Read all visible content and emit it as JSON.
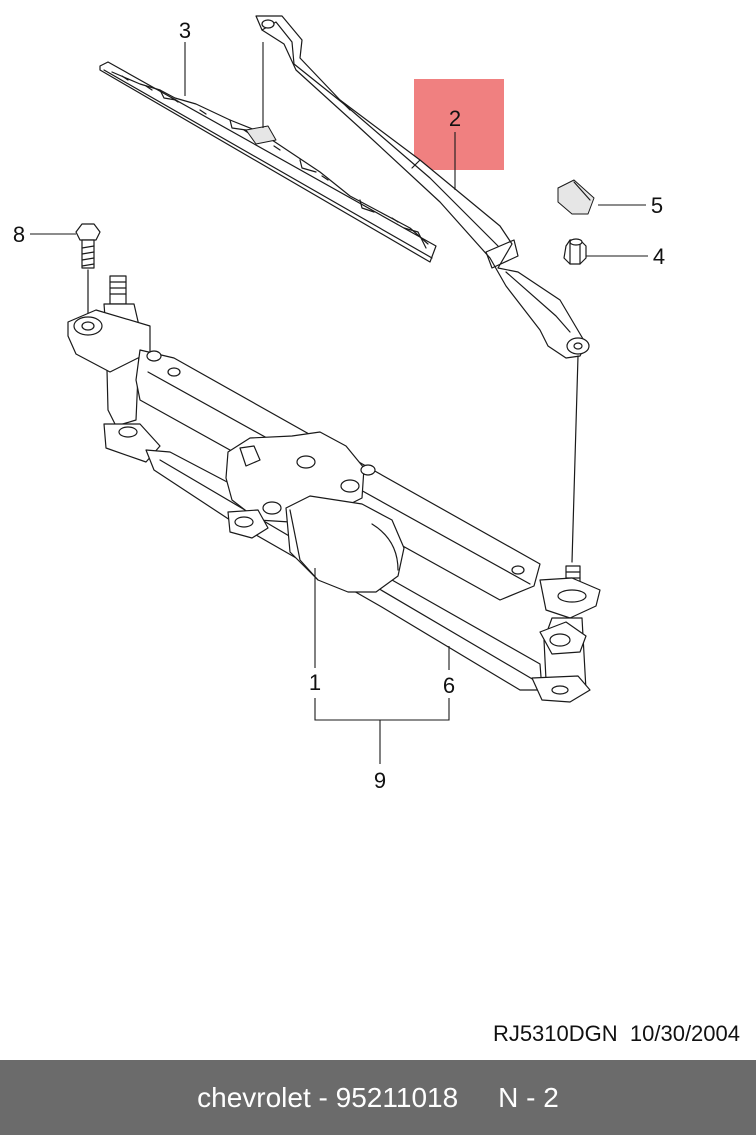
{
  "diagram": {
    "callouts": {
      "c1": "1",
      "c2": "2",
      "c3": "3",
      "c4": "4",
      "c5": "5",
      "c6": "6",
      "c8": "8",
      "c9": "9"
    },
    "highlight_color": "#f08080",
    "drawing_code": "RJ5310DGN",
    "drawing_date": "10/30/2004"
  },
  "footer": {
    "brand": "chevrolet",
    "separator": "-",
    "part_number": "95211018",
    "page_ref": "N - 2",
    "background": "#6b6b6b"
  }
}
